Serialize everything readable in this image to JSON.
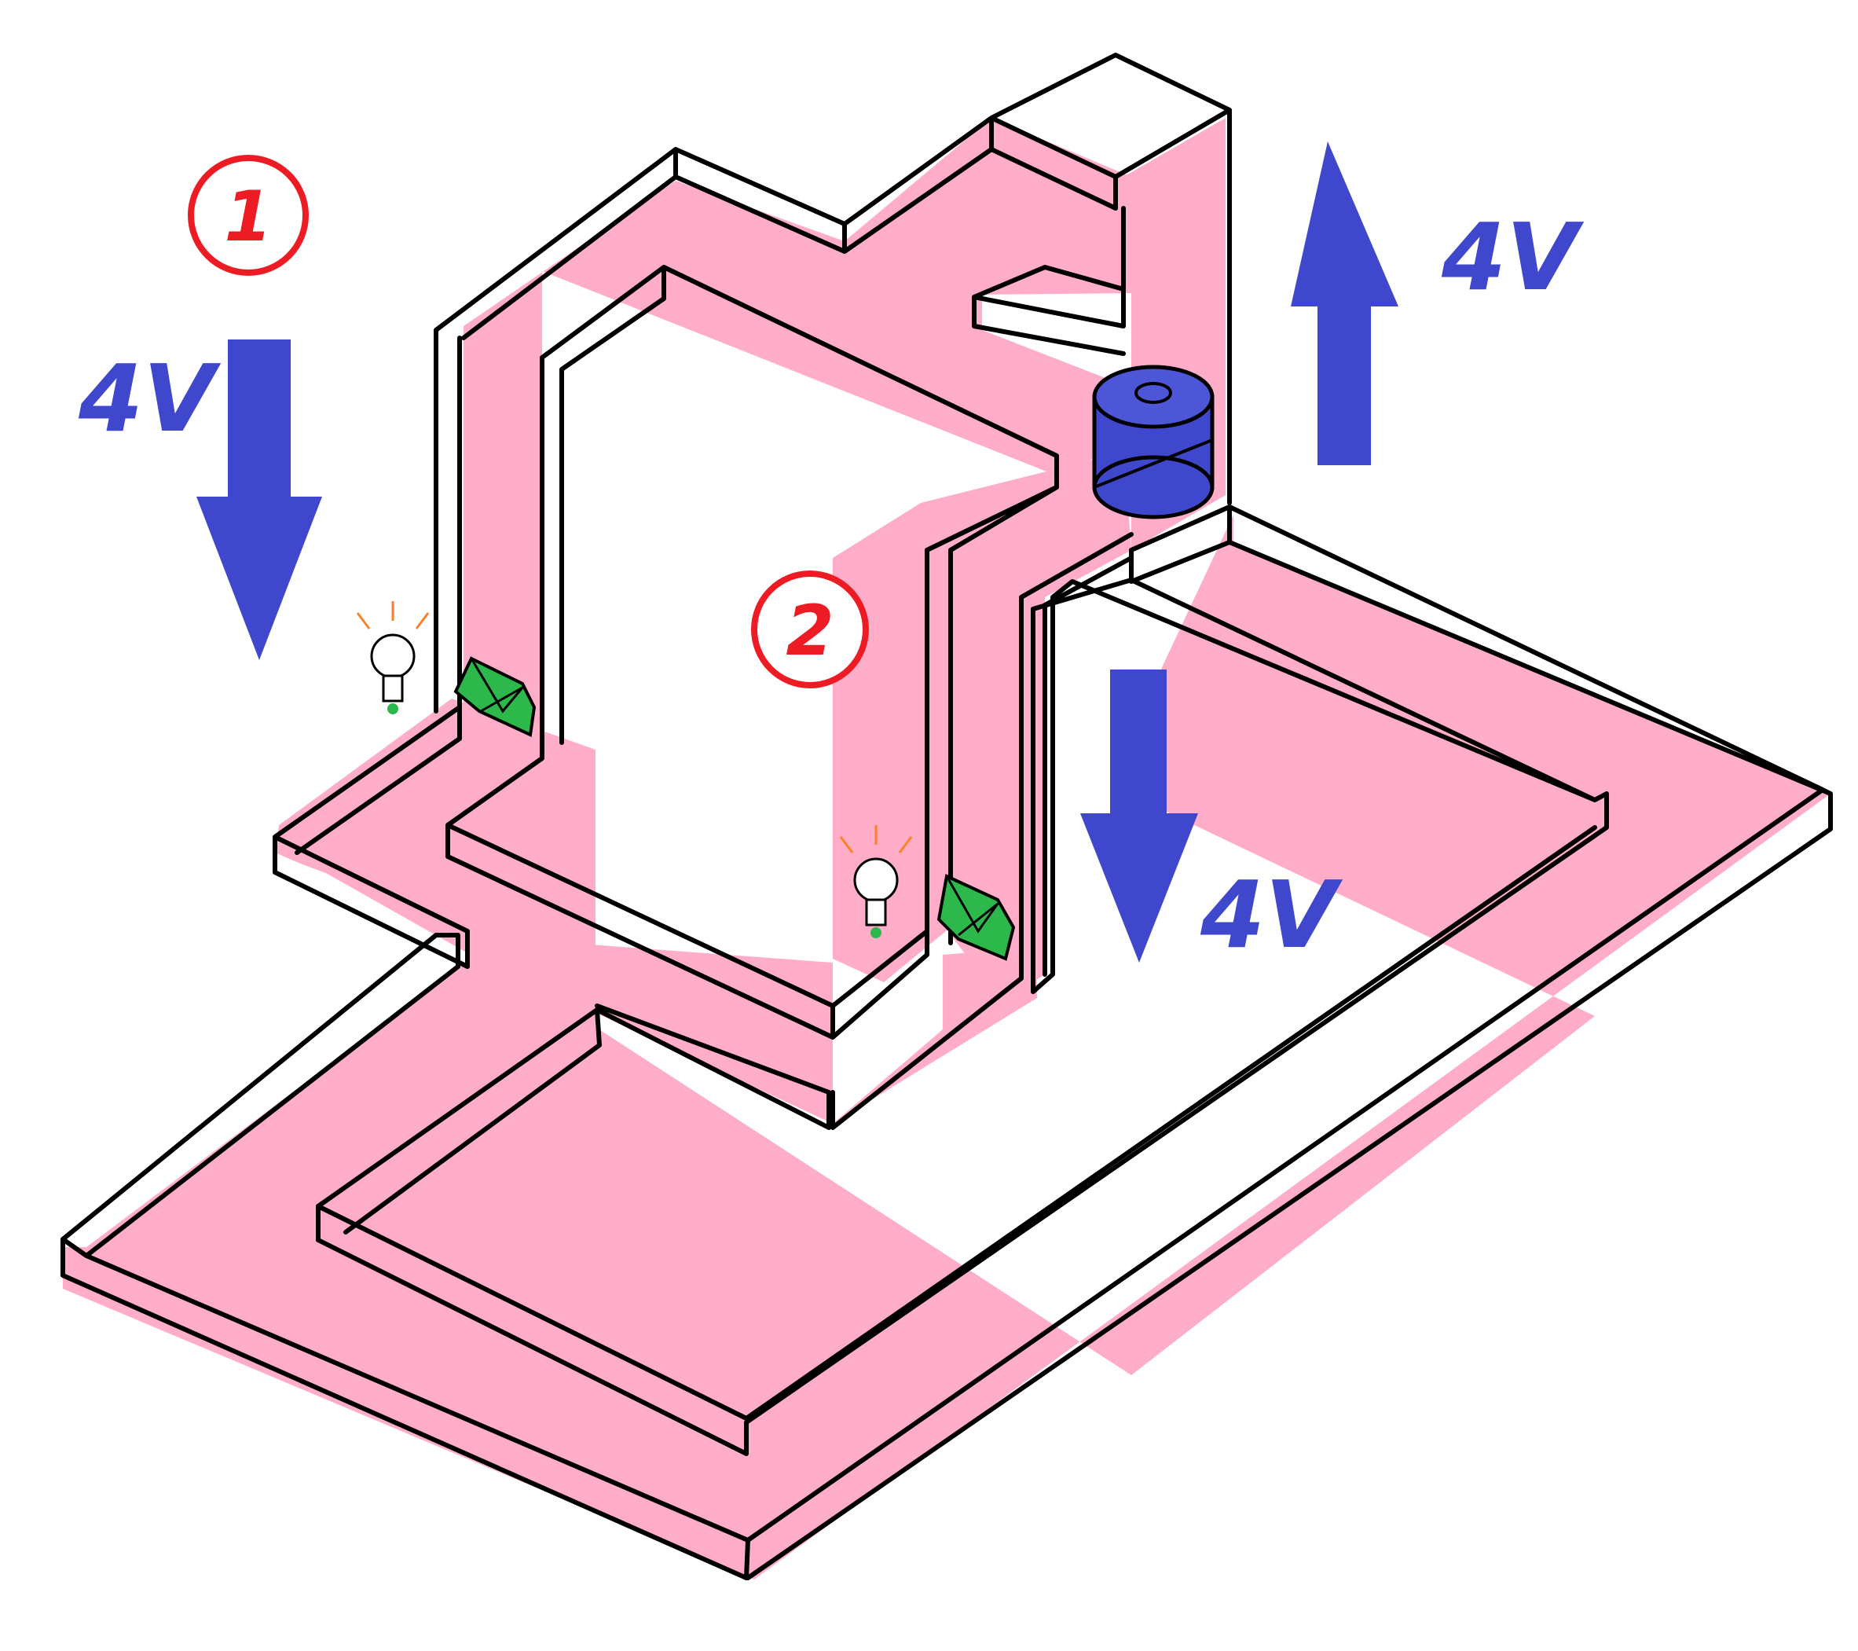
{
  "diagram": {
    "loop_labels": [
      {
        "id": "loop-1",
        "text": "1"
      },
      {
        "id": "loop-2",
        "text": "2"
      }
    ],
    "voltage_labels": [
      {
        "id": "source",
        "text": "4V",
        "direction": "up"
      },
      {
        "id": "drop-loop-1",
        "text": "4V",
        "direction": "down"
      },
      {
        "id": "drop-loop-2",
        "text": "4V",
        "direction": "down"
      }
    ],
    "components": {
      "battery": "battery-icon",
      "bulbs": [
        "light-bulb-icon",
        "light-bulb-icon"
      ],
      "resistors": [
        "resistor-icon",
        "resistor-icon"
      ]
    },
    "colors": {
      "wire_fill": "#ffadc9",
      "arrow": "#3f48cc",
      "loop_label": "#ed1c24",
      "battery": "#3f48cc",
      "resistor": "#2db84c"
    }
  }
}
